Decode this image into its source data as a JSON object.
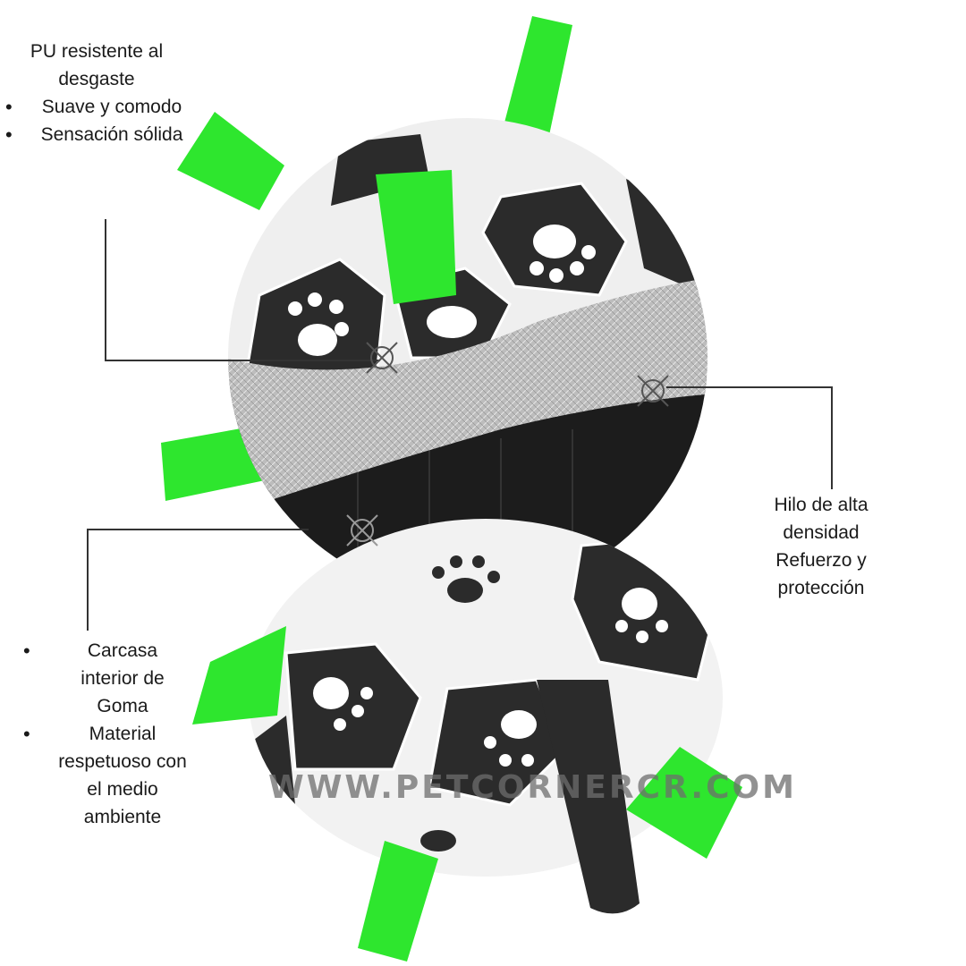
{
  "labels": {
    "top": {
      "heading": "PU resistente al desgaste",
      "bullets": [
        "Suave y comodo",
        "Sensación sólida"
      ]
    },
    "right": {
      "lines": [
        "Hilo de alta",
        "densidad",
        "Refuerzo y",
        "protección"
      ]
    },
    "bottom": {
      "bullets": [
        "Carcasa interior de Goma",
        "Material respetuoso con el medio ambiente"
      ]
    }
  },
  "watermark": "WWW.PETCORNERCR.COM",
  "colors": {
    "strap": "#2ee62e",
    "panel_dark": "#2b2b2b",
    "panel_light": "#f2f2f2",
    "mesh": "#b8b8b8",
    "line": "#333333"
  }
}
